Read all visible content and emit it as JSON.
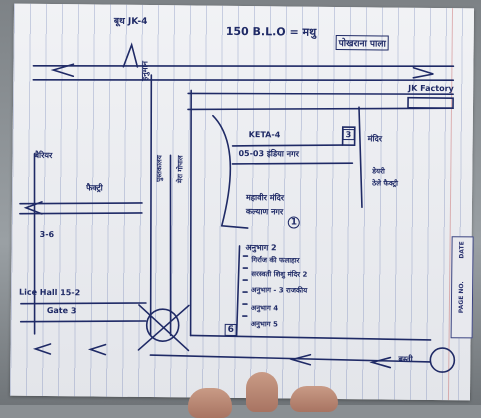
{
  "header": {
    "left_code": "बूथ JK-4",
    "title": "150 B.L.O = मथु",
    "place": "पोखराना पाला"
  },
  "labels": {
    "hanuman_road": "हनुमान",
    "factory": "JK Factory",
    "ketan_house": "KETA-4",
    "dashmesh": "05-03 इंडिया नगर",
    "mandir": "मंदिर",
    "doodh_center": "डेयरी",
    "doodh_center2": "ठेले फैक्ट्री",
    "left_top": "बैरियर",
    "left_mid": "फैक्ट्री",
    "left_dash": "3-6",
    "left_bottom_1": "Lice Hall 15-2",
    "left_bottom_2": "Gate 3",
    "school_1": "पुस्तकालय",
    "school_2": "मेरा गोपाल",
    "list_1": "महावीर मंदिर",
    "list_2": "कल्याण नगर",
    "list_3": "अनुभाग 2",
    "list_4": "गिर्राज की फलाहार",
    "list_5": "सरस्वती शिशु मंदिर 2",
    "list_6": "अनुभाग - 3 राजकीय",
    "list_7": "अनुभाग 4",
    "list_8": "अनुभाग 5",
    "gate_num": "6",
    "circle_num": "1",
    "box_num": "3",
    "bottom_right": "बस्ती"
  },
  "datebox": {
    "date_label": "DATE",
    "page_label": "PAGE NO."
  }
}
